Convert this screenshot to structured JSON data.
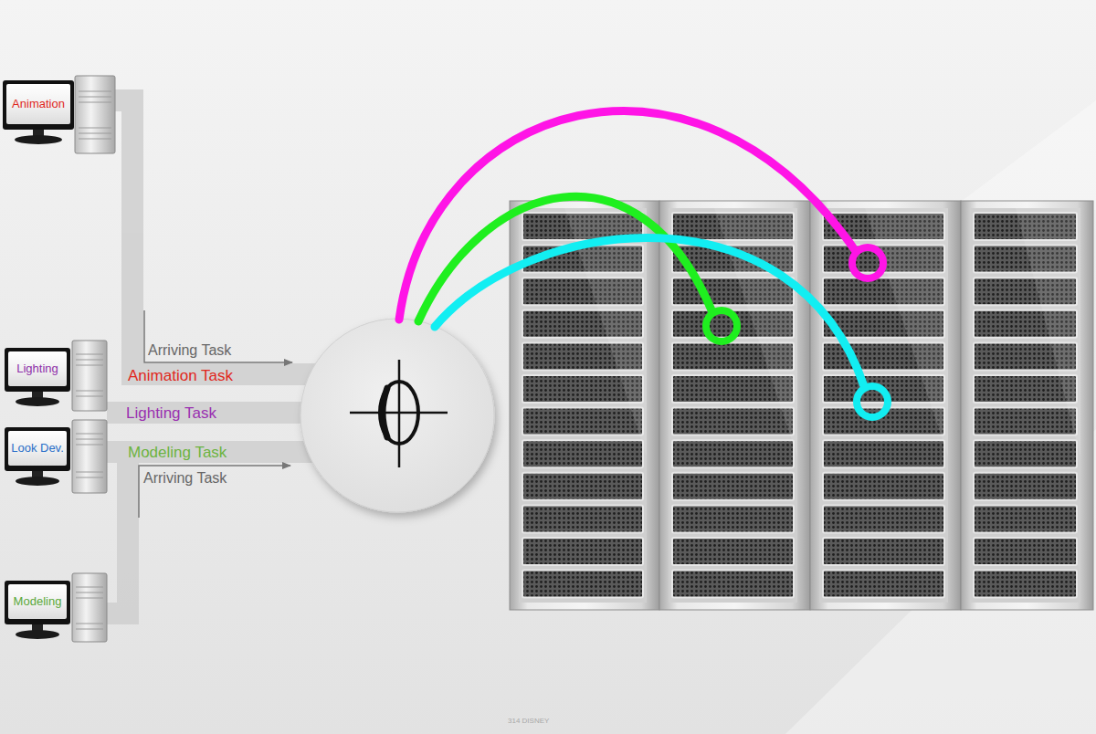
{
  "diagram": {
    "nodes": [
      {
        "text": [
          "Animation"
        ]
      },
      {
        "text": [
          "Lighting"
        ]
      },
      {
        "text": [
          "Look Dev."
        ]
      },
      {
        "text": [
          "Modeling"
        ]
      }
    ],
    "labels": [
      "Arriving Task",
      "Animation Task",
      "Lighting Task",
      "Modeling Task",
      "Arriving Task",
      "314 DISNEY"
    ]
  }
}
